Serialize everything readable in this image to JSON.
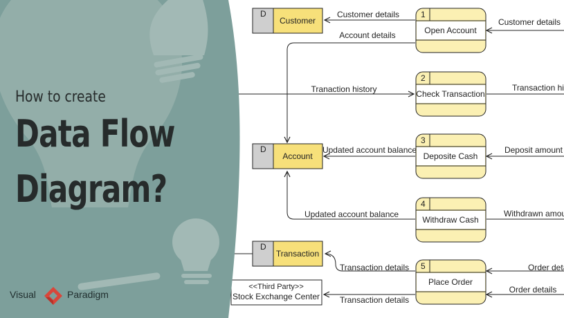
{
  "heading": {
    "line0": "How to create",
    "line1": "Data Flow",
    "line2": "Diagram?"
  },
  "brand": {
    "left": "Visual",
    "right": "Paradigm"
  },
  "colors": {
    "panel_light": "#93aea9",
    "panel_dark": "#7d9f9b",
    "box_fill": "#fbf0b3",
    "box_header": "#f7e07a",
    "store_tab": "#cfcfcf",
    "logo_red": "#d9463a"
  },
  "diagram": {
    "stores": [
      {
        "id": "D",
        "name": "Customer"
      },
      {
        "id": "D",
        "name": "Account"
      },
      {
        "id": "D",
        "name": "Transaction"
      }
    ],
    "processes": [
      {
        "num": "1",
        "name": "Open Account"
      },
      {
        "num": "2",
        "name": "Check Transaction"
      },
      {
        "num": "3",
        "name": "Deposite Cash"
      },
      {
        "num": "4",
        "name": "Withdraw Cash"
      },
      {
        "num": "5",
        "name": "Place Order"
      }
    ],
    "external": {
      "stereotype": "<<Third Party>>",
      "name": "Stock Exchange Center"
    },
    "flows": [
      "Customer details",
      "Customer details",
      "Account details",
      "Tranaction history",
      "Transaction his",
      "Updated account balance",
      "Deposit amount",
      "Updated account balance",
      "Withdrawn amou",
      "Transaction details",
      "Order deta",
      "Order details",
      "Transaction details"
    ]
  }
}
